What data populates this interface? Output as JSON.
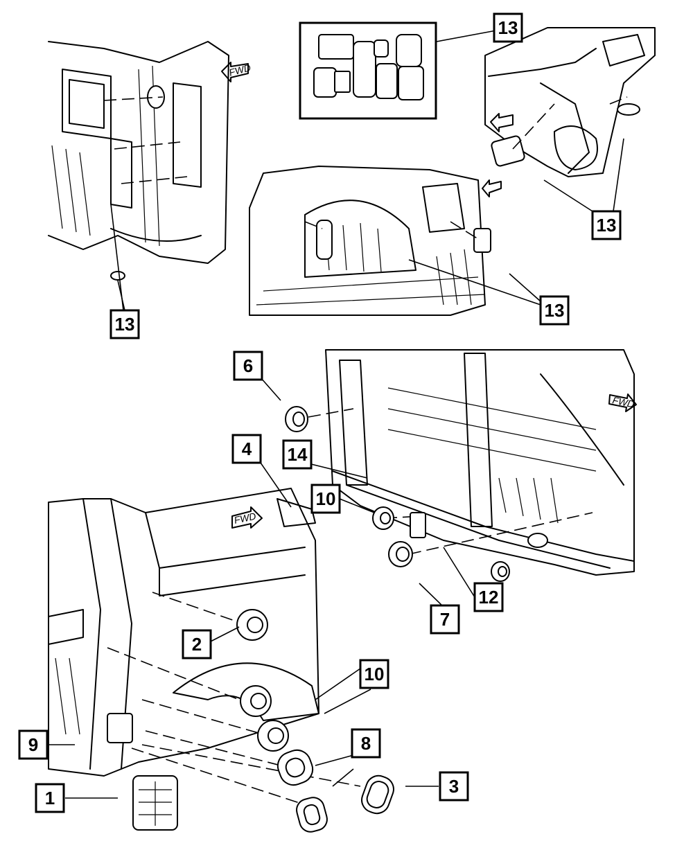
{
  "callouts": [
    {
      "label": "13",
      "id": "callout-13-top"
    },
    {
      "label": "13",
      "id": "callout-13-right-upper"
    },
    {
      "label": "13",
      "id": "callout-13-left"
    },
    {
      "label": "13",
      "id": "callout-13-center"
    },
    {
      "label": "6",
      "id": "callout-6"
    },
    {
      "label": "4",
      "id": "callout-4"
    },
    {
      "label": "14",
      "id": "callout-14"
    },
    {
      "label": "10",
      "id": "callout-10-upper"
    },
    {
      "label": "12",
      "id": "callout-12"
    },
    {
      "label": "7",
      "id": "callout-7"
    },
    {
      "label": "2",
      "id": "callout-2"
    },
    {
      "label": "10",
      "id": "callout-10-lower"
    },
    {
      "label": "9",
      "id": "callout-9"
    },
    {
      "label": "8",
      "id": "callout-8"
    },
    {
      "label": "3",
      "id": "callout-3"
    },
    {
      "label": "1",
      "id": "callout-1"
    }
  ],
  "direction_markers": {
    "fwd": "FWD"
  }
}
